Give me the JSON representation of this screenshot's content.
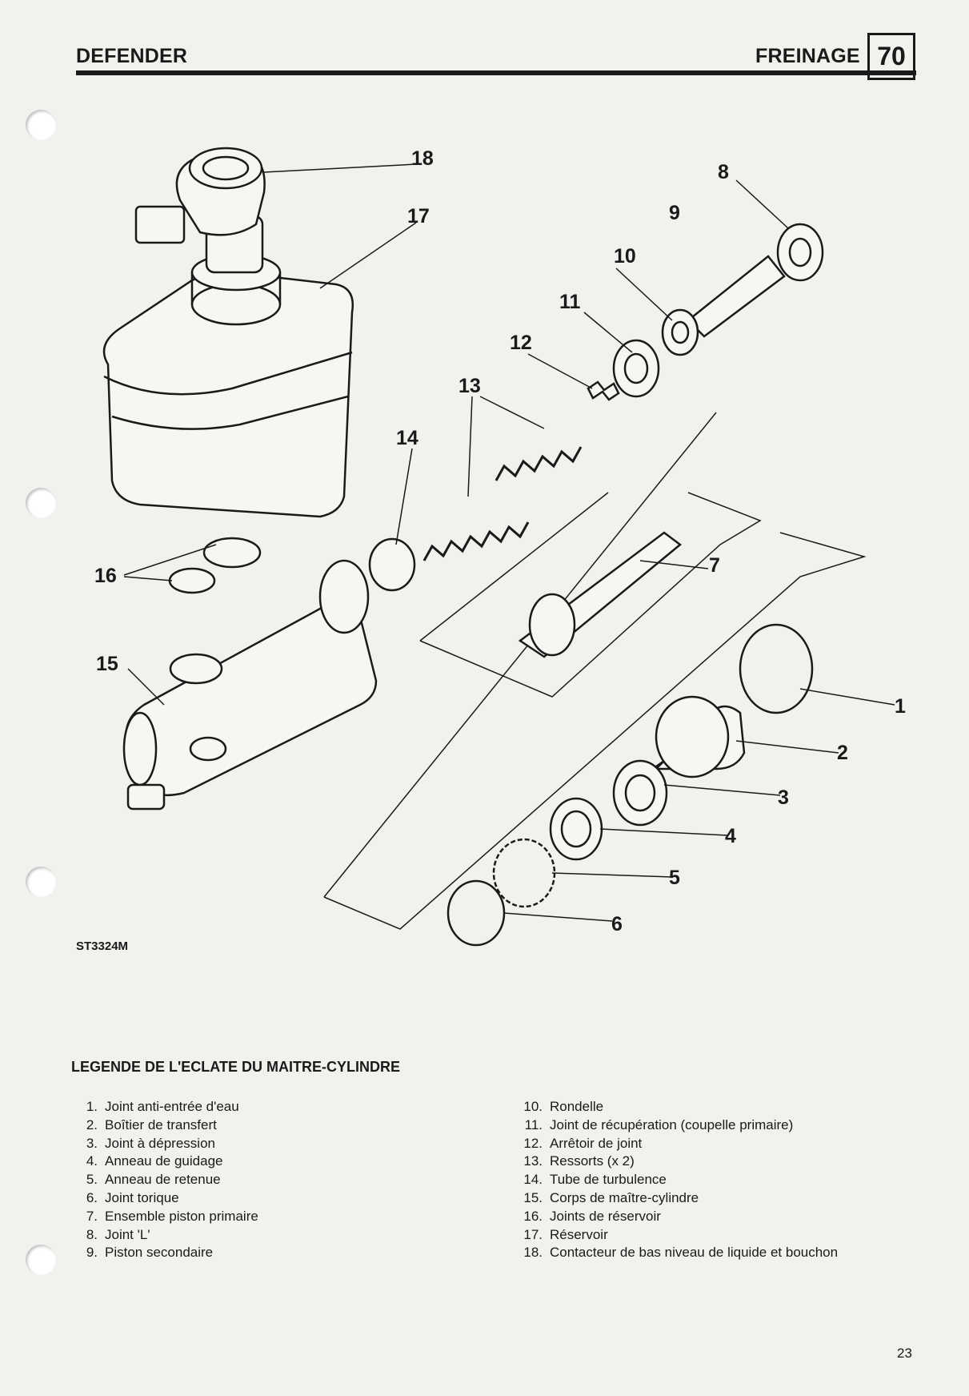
{
  "header": {
    "left_title": "DEFENDER",
    "right_title": "FREINAGE",
    "section_number": "70"
  },
  "figure": {
    "reference": "ST3324M",
    "callouts": {
      "c1": "1",
      "c2": "2",
      "c3": "3",
      "c4": "4",
      "c5": "5",
      "c6": "6",
      "c7": "7",
      "c8": "8",
      "c9": "9",
      "c10": "10",
      "c11": "11",
      "c12": "12",
      "c13": "13",
      "c14": "14",
      "c15": "15",
      "c16": "16",
      "c17": "17",
      "c18": "18"
    }
  },
  "legend": {
    "title": "LEGENDE DE L'ECLATE DU MAITRE-CYLINDRE",
    "left_items": [
      {
        "num": "1.",
        "label": "Joint anti-entrée d'eau"
      },
      {
        "num": "2.",
        "label": "Boîtier de transfert"
      },
      {
        "num": "3.",
        "label": "Joint à dépression"
      },
      {
        "num": "4.",
        "label": "Anneau de guidage"
      },
      {
        "num": "5.",
        "label": "Anneau de retenue"
      },
      {
        "num": "6.",
        "label": "Joint torique"
      },
      {
        "num": "7.",
        "label": "Ensemble piston primaire"
      },
      {
        "num": "8.",
        "label": "Joint 'L'"
      },
      {
        "num": "9.",
        "label": "Piston secondaire"
      }
    ],
    "right_items": [
      {
        "num": "10.",
        "label": "Rondelle"
      },
      {
        "num": "11.",
        "label": "Joint de récupération (coupelle primaire)"
      },
      {
        "num": "12.",
        "label": "Arrêtoir de joint"
      },
      {
        "num": "13.",
        "label": "Ressorts (x 2)"
      },
      {
        "num": "14.",
        "label": "Tube de turbulence"
      },
      {
        "num": "15.",
        "label": "Corps de maître-cylindre"
      },
      {
        "num": "16.",
        "label": "Joints de réservoir"
      },
      {
        "num": "17.",
        "label": "Réservoir"
      },
      {
        "num": "18.",
        "label": "Contacteur de bas niveau de liquide et bouchon"
      }
    ]
  },
  "page_number": "23"
}
